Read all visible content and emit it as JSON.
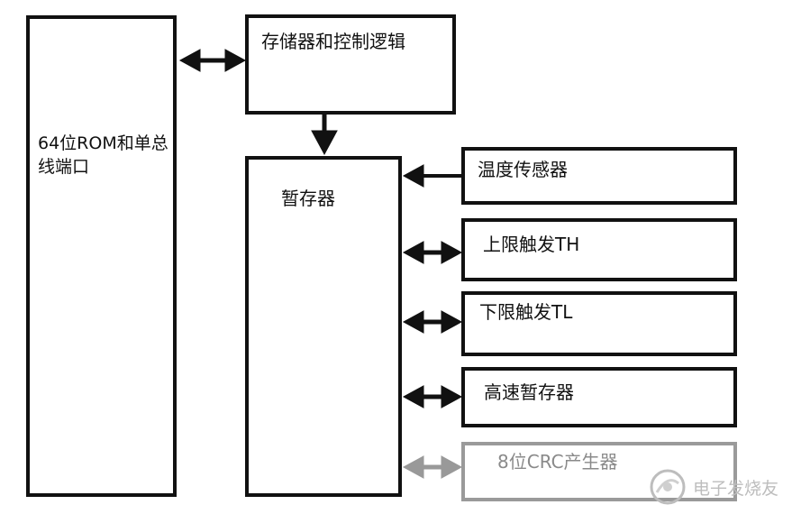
{
  "blocks": {
    "rom": "64位ROM和单总\n线端口",
    "memory_logic": "存储器和控制逻辑",
    "scratchpad": "暂存器",
    "temp_sensor": "温度传感器",
    "upper_trigger": "上限触发TH",
    "lower_trigger": "下限触发TL",
    "hs_scratchpad": "高速暂存器",
    "crc": "8位CRC产生器"
  },
  "watermark": "电子发烧友",
  "colors": {
    "line": "#111111",
    "faded": "#9a9a9a"
  }
}
